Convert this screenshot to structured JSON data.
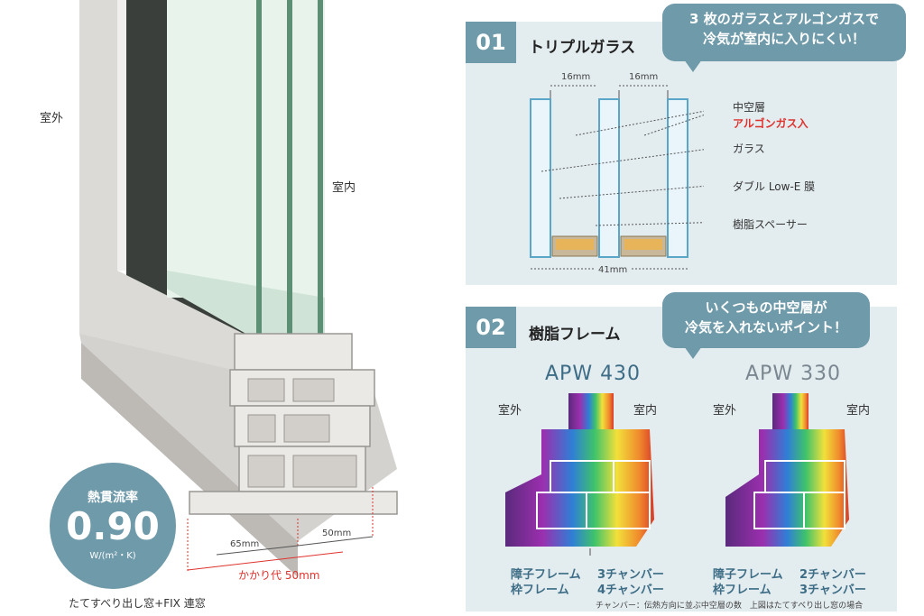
{
  "left": {
    "outdoor_label": "室外",
    "indoor_label": "室内",
    "dim_65": "65mm",
    "dim_50": "50mm",
    "overlap_label": "かかり代 50mm",
    "badge": {
      "title": "熱貫流率",
      "value": "0.90",
      "unit": "W/(m²・K)"
    },
    "caption": "たてすべり出し窓+FIX 連窓"
  },
  "section1": {
    "number": "01",
    "title": "トリプルガラス",
    "bubble_line1": "3 枚のガラスとアルゴンガスで",
    "bubble_line2": "冷気が室内に入りにくい！",
    "gap1": "16mm",
    "gap2": "16mm",
    "total": "41mm",
    "legend": [
      {
        "text": "中空層",
        "color": "#333333"
      },
      {
        "text": "アルゴンガス入",
        "color": "#e0322d"
      },
      {
        "text": "ガラス",
        "color": "#333333"
      },
      {
        "text": "ダブル Low-E 膜",
        "color": "#333333"
      },
      {
        "text": "樹脂スペーサー",
        "color": "#333333"
      }
    ]
  },
  "section2": {
    "number": "02",
    "title": "樹脂フレーム",
    "bubble_line1": "いくつもの中空層が",
    "bubble_line2": "冷気を入れないポイント！",
    "models": [
      {
        "name": "APW 430",
        "outdoor": "室外",
        "indoor": "室内",
        "frame1": "障子フレーム",
        "frame2": "枠フレーム",
        "chamber1": "3チャンバー",
        "chamber2": "4チャンバー"
      },
      {
        "name": "APW 330",
        "outdoor": "室外",
        "indoor": "室内",
        "frame1": "障子フレーム",
        "frame2": "枠フレーム",
        "chamber1": "2チャンバー",
        "chamber2": "3チャンバー"
      }
    ],
    "footnote": "チャンバー：伝熱方向に並ぶ中空層の数　上図はたてすべり出し窓の場合"
  },
  "colors": {
    "accent": "#6f9aaa",
    "panel_bg": "#e3ecef",
    "red": "#e0322d",
    "navy": "#3d6d86"
  }
}
